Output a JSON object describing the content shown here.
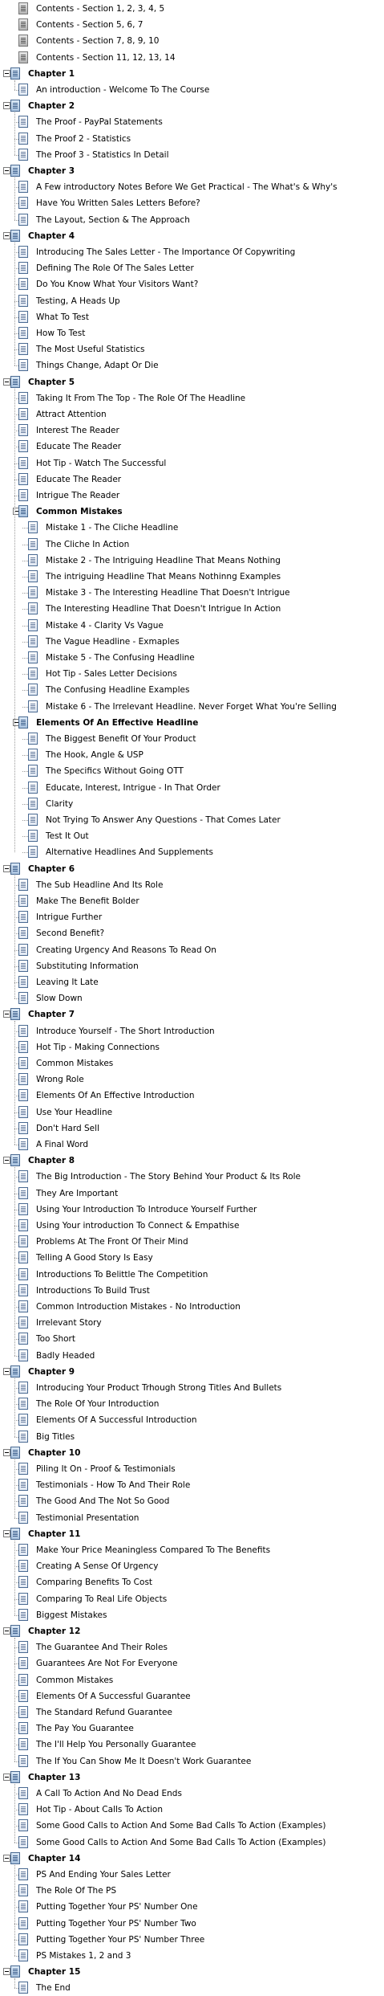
{
  "tree": [
    {
      "label": "Contents - Section 1, 2, 3, 4, 5",
      "level": 1,
      "icon": "gray"
    },
    {
      "label": "Contents - Section 5, 6, 7",
      "level": 1,
      "icon": "gray"
    },
    {
      "label": "Contents - Section 7, 8, 9, 10",
      "level": 1,
      "icon": "gray"
    },
    {
      "label": "Contents - Section 11, 12, 13, 14",
      "level": 1,
      "icon": "gray"
    },
    {
      "label": "Chapter 1",
      "level": 0,
      "bold": true,
      "expanded": true,
      "children": [
        {
          "label": "An introduction - Welcome To The Course"
        }
      ]
    },
    {
      "label": "Chapter 2",
      "level": 0,
      "bold": true,
      "expanded": true,
      "children": [
        {
          "label": "The Proof - PayPal Statements"
        },
        {
          "label": "The Proof 2 - Statistics"
        },
        {
          "label": "The Proof 3 - Statistics In Detail"
        }
      ]
    },
    {
      "label": "Chapter 3",
      "level": 0,
      "bold": true,
      "expanded": true,
      "children": [
        {
          "label": "A Few introductory Notes Before We Get Practical - The What's & Why's"
        },
        {
          "label": "Have You Written Sales Letters Before?"
        },
        {
          "label": "The Layout, Section & The Approach"
        }
      ]
    },
    {
      "label": "Chapter 4",
      "level": 0,
      "bold": true,
      "expanded": true,
      "children": [
        {
          "label": "Introducing The Sales Letter - The Importance Of Copywriting"
        },
        {
          "label": "Defining The Role Of The Sales Letter"
        },
        {
          "label": "Do You Know What Your Visitors Want?"
        },
        {
          "label": "Testing, A Heads Up"
        },
        {
          "label": "What To Test"
        },
        {
          "label": "How To Test"
        },
        {
          "label": "The Most Useful Statistics"
        },
        {
          "label": "Things Change, Adapt Or Die"
        }
      ]
    },
    {
      "label": "Chapter 5",
      "level": 0,
      "bold": true,
      "expanded": true,
      "children": [
        {
          "label": "Taking It From The Top - The Role Of The Headline"
        },
        {
          "label": "Attract Attention"
        },
        {
          "label": "Interest The Reader"
        },
        {
          "label": "Educate The Reader"
        },
        {
          "label": "Hot Tip - Watch The Successful"
        },
        {
          "label": "Educate The Reader"
        },
        {
          "label": "Intrigue The Reader"
        },
        {
          "label": "Common Mistakes",
          "bold": true,
          "expanded": true,
          "children": [
            {
              "label": "Mistake 1 - The Cliche Headline"
            },
            {
              "label": "The Cliche In Action"
            },
            {
              "label": "Mistake 2 - The Intriguing Headline That Means Nothing"
            },
            {
              "label": "The intriguing Headline That Means Nothinng Examples"
            },
            {
              "label": "Mistake 3 - The Interesting Headline That Doesn't Intrigue"
            },
            {
              "label": "The Interesting Headline That Doesn't Intrigue In Action"
            },
            {
              "label": "Mistake 4 - Clarity Vs Vague"
            },
            {
              "label": "The Vague Headline - Exmaples"
            },
            {
              "label": "Mistake 5 - The Confusing Headline"
            },
            {
              "label": "Hot Tip - Sales Letter Decisions"
            },
            {
              "label": "The Confusing Headline Examples"
            },
            {
              "label": "Mistake 6 - The Irrelevant Headline. Never Forget What You're Selling"
            }
          ]
        },
        {
          "label": "Elements Of An Effective Headline",
          "bold": true,
          "expanded": true,
          "children": [
            {
              "label": "The Biggest Benefit Of Your Product"
            },
            {
              "label": "The Hook, Angle & USP"
            },
            {
              "label": "The Specifics Without Going OTT"
            },
            {
              "label": "Educate, Interest, Intrigue - In That Order"
            },
            {
              "label": "Clarity"
            },
            {
              "label": "Not Trying To Answer Any Questions - That Comes Later"
            },
            {
              "label": "Test It Out"
            },
            {
              "label": "Alternative Headlines And Supplements"
            }
          ]
        }
      ]
    },
    {
      "label": "Chapter 6",
      "level": 0,
      "bold": true,
      "expanded": true,
      "children": [
        {
          "label": "The Sub Headline And Its Role"
        },
        {
          "label": "Make The Benefit Bolder"
        },
        {
          "label": "Intrigue Further"
        },
        {
          "label": "Second Benefit?"
        },
        {
          "label": "Creating Urgency And Reasons To Read On"
        },
        {
          "label": "Substituting Information"
        },
        {
          "label": "Leaving It Late"
        },
        {
          "label": "Slow Down"
        }
      ]
    },
    {
      "label": "Chapter 7",
      "level": 0,
      "bold": true,
      "expanded": true,
      "children": [
        {
          "label": "Introduce Yourself - The Short Introduction"
        },
        {
          "label": "Hot Tip - Making Connections"
        },
        {
          "label": "Common Mistakes"
        },
        {
          "label": "Wrong Role"
        },
        {
          "label": "Elements Of An Effective Introduction"
        },
        {
          "label": "Use Your Headline"
        },
        {
          "label": "Don't Hard Sell"
        },
        {
          "label": "A Final Word"
        }
      ]
    },
    {
      "label": "Chapter 8",
      "level": 0,
      "bold": true,
      "expanded": true,
      "children": [
        {
          "label": "The Big Introduction - The Story Behind Your Product & Its Role"
        },
        {
          "label": "They Are Important"
        },
        {
          "label": "Using Your Introduction To Introduce Yourself Further"
        },
        {
          "label": "Using Your introduction To Connect & Empathise"
        },
        {
          "label": "Problems At The Front Of Their Mind"
        },
        {
          "label": "Telling A Good Story Is Easy"
        },
        {
          "label": "Introductions To Belittle The Competition"
        },
        {
          "label": "Introductions To Build Trust"
        },
        {
          "label": "Common Introduction Mistakes - No Introduction"
        },
        {
          "label": "Irrelevant Story"
        },
        {
          "label": "Too Short"
        },
        {
          "label": "Badly Headed"
        }
      ]
    },
    {
      "label": "Chapter 9",
      "level": 0,
      "bold": true,
      "expanded": true,
      "children": [
        {
          "label": "Introducing Your Product Trhough Strong Titles And Bullets"
        },
        {
          "label": "The Role Of Your Introduction"
        },
        {
          "label": "Elements Of A Successful Introduction"
        },
        {
          "label": "Big Titles"
        }
      ]
    },
    {
      "label": "Chapter 10",
      "level": 0,
      "bold": true,
      "expanded": true,
      "children": [
        {
          "label": "Piling It On - Proof & Testimonials"
        },
        {
          "label": "Testimonials - How To And Their Role"
        },
        {
          "label": "The Good And The Not So Good"
        },
        {
          "label": "Testimonial Presentation"
        }
      ]
    },
    {
      "label": "Chapter 11",
      "level": 0,
      "bold": true,
      "expanded": true,
      "children": [
        {
          "label": "Make Your Price Meaningless Compared To The Benefits"
        },
        {
          "label": "Creating A Sense Of Urgency"
        },
        {
          "label": "Comparing Benefits To Cost"
        },
        {
          "label": "Comparing To Real Life Objects"
        },
        {
          "label": "Biggest Mistakes"
        }
      ]
    },
    {
      "label": "Chapter 12",
      "level": 0,
      "bold": true,
      "expanded": true,
      "children": [
        {
          "label": "The Guarantee And Their Roles"
        },
        {
          "label": "Guarantees Are Not For Everyone"
        },
        {
          "label": "Common Mistakes"
        },
        {
          "label": "Elements Of A Successful Guarantee"
        },
        {
          "label": "The Standard Refund Guarantee"
        },
        {
          "label": "The Pay You Guarantee"
        },
        {
          "label": "The I'll Help You Personally Guarantee"
        },
        {
          "label": "The If You Can Show Me It Doesn't Work Guarantee"
        }
      ]
    },
    {
      "label": "Chapter 13",
      "level": 0,
      "bold": true,
      "expanded": true,
      "children": [
        {
          "label": "A Call To Action And No Dead Ends"
        },
        {
          "label": "Hot Tip - About Calls To Action"
        },
        {
          "label": "Some Good Calls to Action And Some Bad Calls To Action (Examples)"
        },
        {
          "label": "Some Good Calls to Action And Some Bad Calls To Action (Examples)"
        }
      ]
    },
    {
      "label": "Chapter 14",
      "level": 0,
      "bold": true,
      "expanded": true,
      "children": [
        {
          "label": "PS And Ending Your Sales Letter"
        },
        {
          "label": "The Role Of The PS"
        },
        {
          "label": "Putting Together Your PS' Number One"
        },
        {
          "label": "Putting Together Your PS' Number Two"
        },
        {
          "label": "Putting Together Your PS' Number Three"
        },
        {
          "label": "PS Mistakes 1, 2 and 3"
        }
      ]
    },
    {
      "label": "Chapter 15",
      "level": 0,
      "bold": true,
      "expanded": true,
      "children": [
        {
          "label": "The End"
        }
      ]
    }
  ]
}
